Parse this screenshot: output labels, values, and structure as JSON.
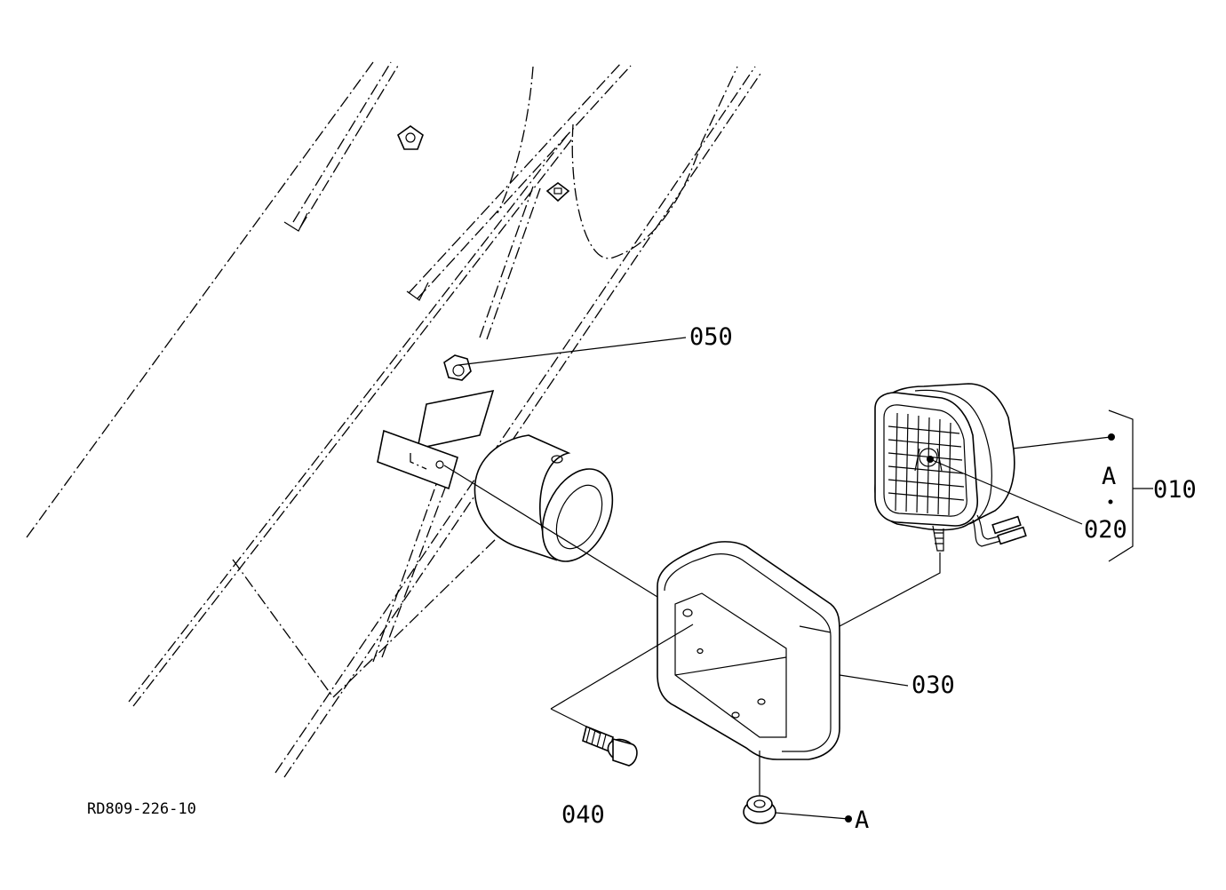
{
  "drawing": {
    "reference_code": "RD809-226-10",
    "callouts": {
      "c010": "010",
      "c020": "020",
      "c030": "030",
      "c040": "040",
      "c050": "050"
    },
    "assembly_marker": "A",
    "connection_marker": "A"
  }
}
